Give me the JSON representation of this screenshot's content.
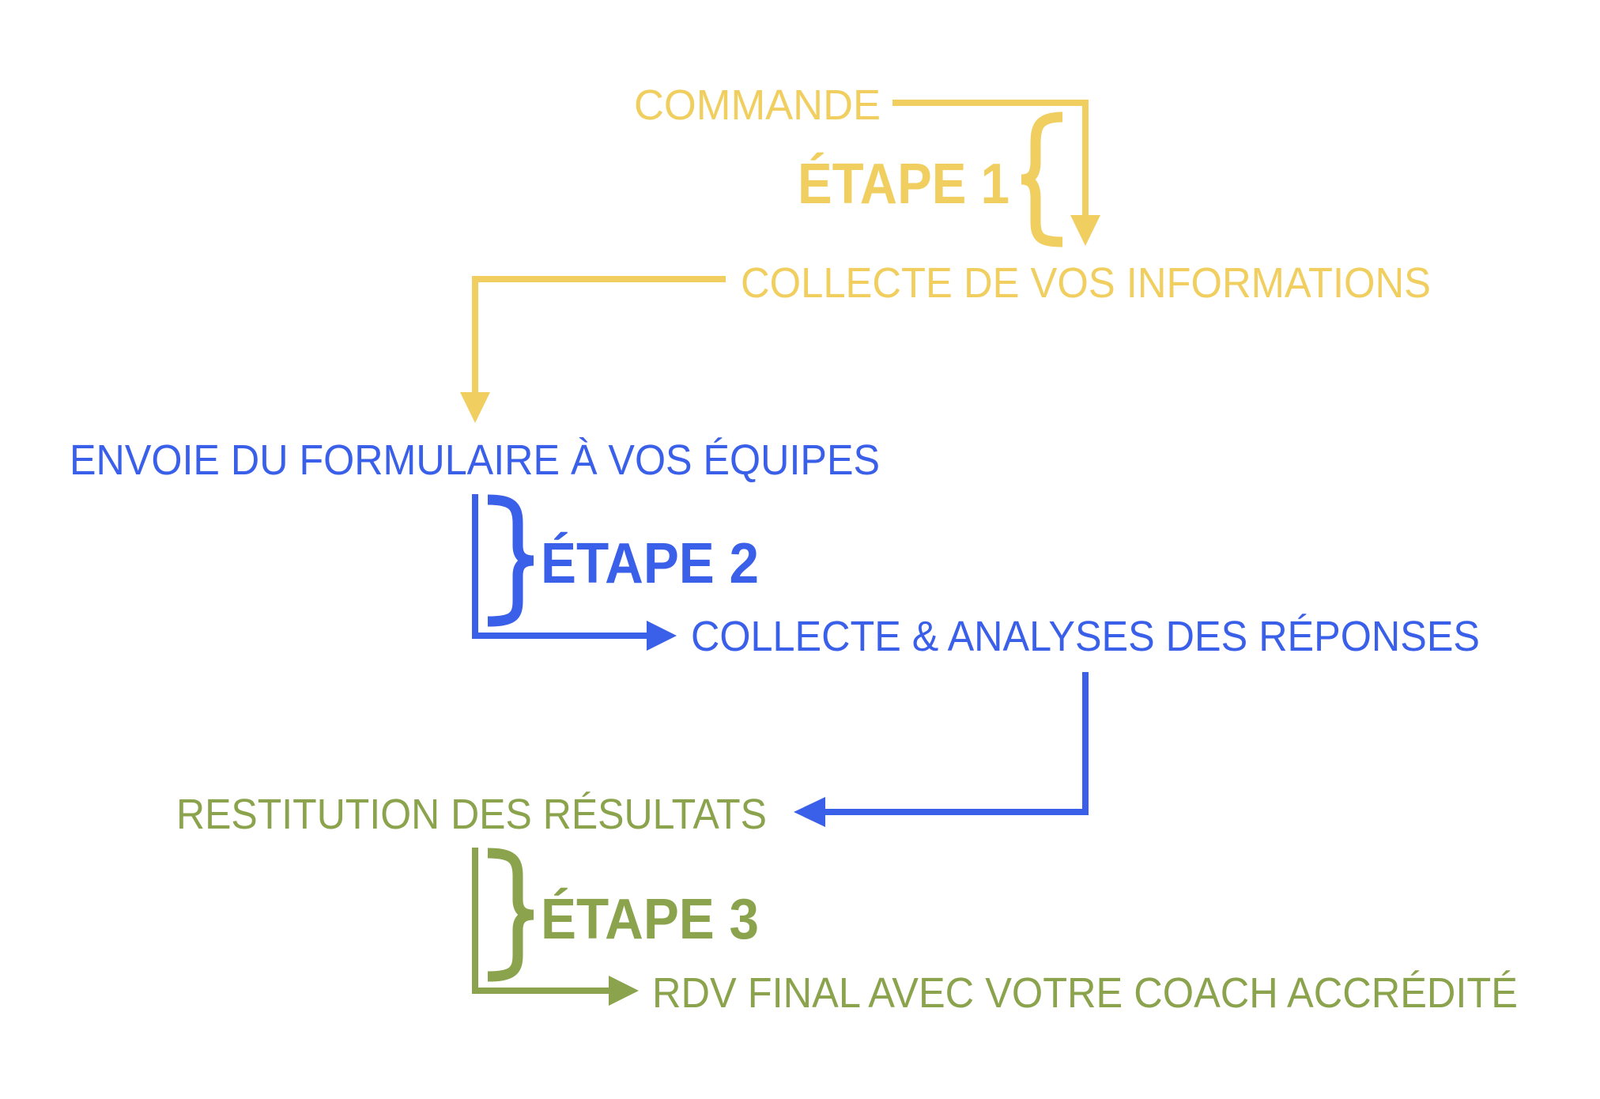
{
  "colors": {
    "stage1": "#F0CF60",
    "stage2": "#3A5FE8",
    "stage3": "#8BA34C"
  },
  "stage1": {
    "label": "ÉTAPE 1",
    "from": "COMMANDE",
    "to": "COLLECTE DE VOS INFORMATIONS"
  },
  "stage2": {
    "label": "ÉTAPE 2",
    "from": "ENVOIE DU FORMULAIRE À VOS ÉQUIPES",
    "to": "COLLECTE & ANALYSES DES RÉPONSES"
  },
  "stage3": {
    "label": "ÉTAPE 3",
    "from": "RESTITUTION DES RÉSULTATS",
    "to": "RDV FINAL AVEC VOTRE COACH ACCRÉDITÉ"
  }
}
